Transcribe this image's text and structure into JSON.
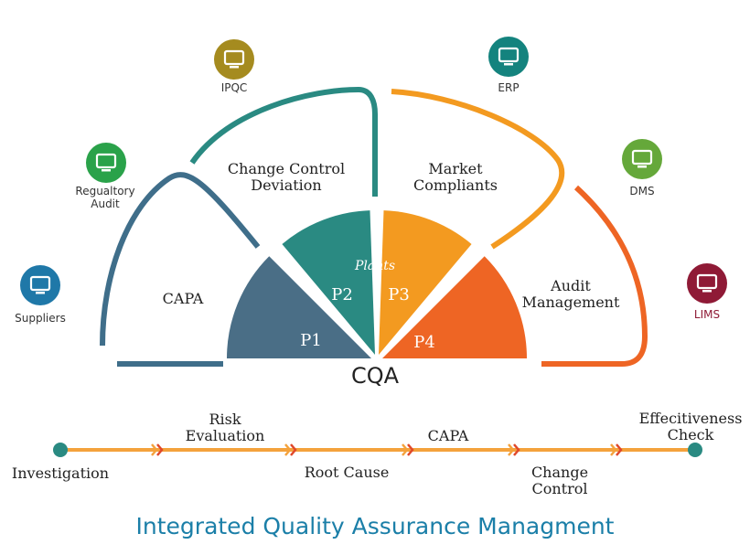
{
  "systems": [
    {
      "key": "suppliers",
      "label": "Suppliers",
      "color": "#1f78a8",
      "icon": "monitor-icon"
    },
    {
      "key": "regulatory",
      "label": "Regualtory\nAudit",
      "color": "#2aa24a",
      "icon": "monitor-icon"
    },
    {
      "key": "ipqc",
      "label": "IPQC",
      "color": "#a58b1f",
      "icon": "monitor-icon"
    },
    {
      "key": "erp",
      "label": "ERP",
      "color": "#14837e",
      "icon": "monitor-icon"
    },
    {
      "key": "dms",
      "label": "DMS",
      "color": "#65a83a",
      "icon": "monitor-icon"
    },
    {
      "key": "lims",
      "label": "LIMS",
      "color": "#8f1a36",
      "icon": "monitor-icon"
    }
  ],
  "arc_labels": {
    "capa": "CAPA",
    "change_control": "Change Control\nDeviation",
    "market": "Market\nCompliants",
    "audit": "Audit\nManagement"
  },
  "plants": {
    "title": "Plants",
    "segments": [
      {
        "label": "P1",
        "color": "#4a6e86"
      },
      {
        "label": "P2",
        "color": "#2a8a82"
      },
      {
        "label": "P3",
        "color": "#f39a20"
      },
      {
        "label": "P4",
        "color": "#ee6524"
      }
    ]
  },
  "center_label": "CQA",
  "process": {
    "steps_above": [
      "Risk\nEvaluation",
      "CAPA",
      "Effecitiveness\nCheck"
    ],
    "steps_below": [
      "Investigation",
      "Root Cause",
      "Change\nControl"
    ],
    "line_color": "#f4a23c",
    "end_color": "#2a8a82"
  },
  "title": "Integrated Quality Assurance Managment",
  "title_color": "#1b7fa8"
}
